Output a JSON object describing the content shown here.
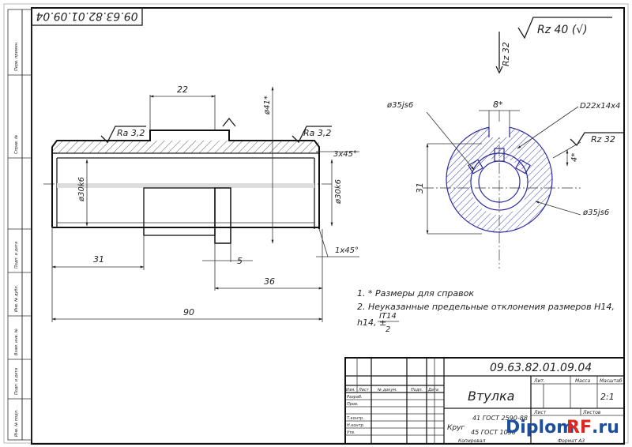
{
  "frame": {
    "doc_code_rotated": "09.63.82.01.09.04",
    "side_labels": [
      "Перв. примен.",
      "Справ. №",
      "Подп. и дата",
      "Инв. № дубл.",
      "Взам. инв. №",
      "Подп. и дата",
      "Инв. № подл."
    ]
  },
  "drawing": {
    "roughness_general": "Rz 40 (√)",
    "dims": {
      "d22": "22",
      "d31": "31",
      "d5": "5",
      "d36": "36",
      "d90": "90",
      "dia41": "ø41*",
      "dia30k6_left": "ø30k6",
      "dia30k6_right": "ø30k6",
      "chamfer_top": "3x45°",
      "chamfer_bottom": "1x45°",
      "ra_left": "Ra 3,2",
      "ra_right": "Ra 3,2",
      "section_8": "8*",
      "section_31": "31",
      "section_4": "4*",
      "dia35_top": "ø35js6",
      "dia35_right": "ø35js6",
      "spline": "D22x14x4",
      "rz32_a": "Rz 32",
      "rz32_b": "Rz 32"
    }
  },
  "notes": {
    "line1": "1. * Размеры для справок",
    "line2": "2. Неуказанные предельные отклонения размеров Н14,",
    "line3a": "h14, ±",
    "frac_num": "IT14",
    "frac_den": "2"
  },
  "title_block": {
    "doc_code": "09.63.82.01.09.04",
    "part_name": "Втулка",
    "headers": {
      "lit": "Лит.",
      "mass": "Масса",
      "scale": "Масштаб"
    },
    "scale_value": "2:1",
    "row_headers": [
      "Изм.",
      "Лист",
      "№ докум.",
      "Подп.",
      "Дата"
    ],
    "roles": [
      "Разраб.",
      "Пров.",
      "Т.контр.",
      "Н.контр.",
      "Утв."
    ],
    "sheet_label": "Лист",
    "sheets_label": "Листов",
    "material_1": "41 ГОСТ 2590-88",
    "material_2": "Круг",
    "material_3": "45 ГОСТ 1050",
    "copy_label": "Копировал",
    "format_label": "Формат А3"
  },
  "watermark": {
    "part1": "Diplom",
    "part2": "RF",
    "part3": ".ru"
  }
}
